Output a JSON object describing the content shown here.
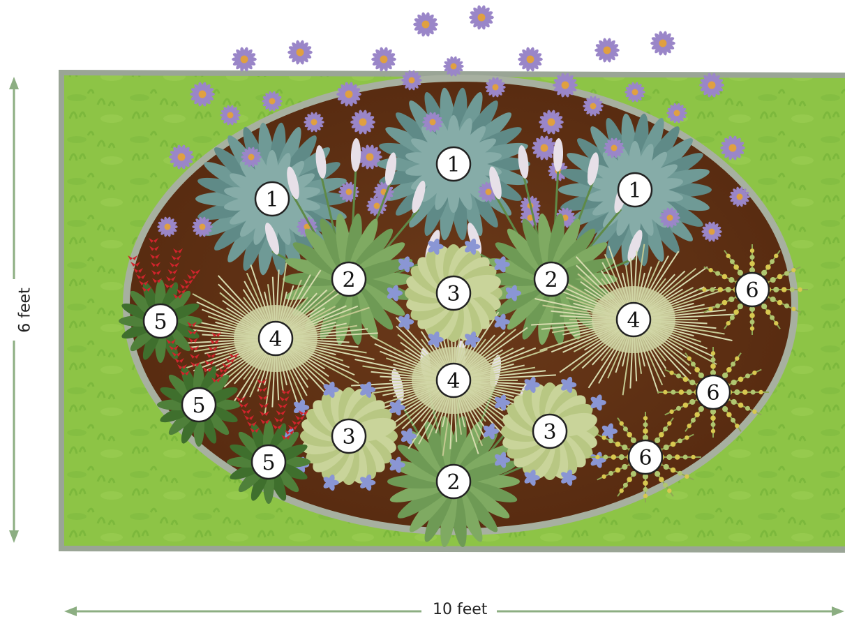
{
  "dimensions": {
    "height_label": "6 feet",
    "width_label": "10 feet",
    "arrow_color": "#8cae82"
  },
  "colors": {
    "lawn": "#8dc446",
    "lawn_dark": "#6fae34",
    "border": "#9aa596",
    "mulch": "#6b3a1a",
    "mulch_dark": "#4e2810",
    "aster_leaf": "#6f9a96",
    "aster_flower": "#9a86c8",
    "flower_center": "#e0a040",
    "shrub_leaf": "#6e9a55",
    "spike": "#e7e0e8",
    "hosta": "#c9d49a",
    "periwinkle": "#8a96d4",
    "grass": "#d8dcb0",
    "lobelia_leaf": "#3f6f2d",
    "lobelia_flower": "#d0242c",
    "fern": "#b0c670",
    "fern_yellow": "#d8c850"
  },
  "plants": [
    {
      "number": "1",
      "kind": "aster",
      "icon": "aster-flower-icon"
    },
    {
      "number": "1",
      "kind": "aster",
      "icon": "aster-flower-icon"
    },
    {
      "number": "1",
      "kind": "aster",
      "icon": "aster-flower-icon"
    },
    {
      "number": "2",
      "kind": "spike-shrub",
      "icon": "spike-flower-icon"
    },
    {
      "number": "2",
      "kind": "spike-shrub",
      "icon": "spike-flower-icon"
    },
    {
      "number": "2",
      "kind": "spike-shrub",
      "icon": "spike-flower-icon"
    },
    {
      "number": "3",
      "kind": "hosta-periwinkle",
      "icon": "periwinkle-flower-icon"
    },
    {
      "number": "3",
      "kind": "hosta-periwinkle",
      "icon": "periwinkle-flower-icon"
    },
    {
      "number": "3",
      "kind": "hosta-periwinkle",
      "icon": "periwinkle-flower-icon"
    },
    {
      "number": "4",
      "kind": "ornamental-grass",
      "icon": "grass-tuft-icon"
    },
    {
      "number": "4",
      "kind": "ornamental-grass",
      "icon": "grass-tuft-icon"
    },
    {
      "number": "4",
      "kind": "ornamental-grass",
      "icon": "grass-tuft-icon"
    },
    {
      "number": "5",
      "kind": "red-lobelia",
      "icon": "red-spike-flower-icon"
    },
    {
      "number": "5",
      "kind": "red-lobelia",
      "icon": "red-spike-flower-icon"
    },
    {
      "number": "5",
      "kind": "red-lobelia",
      "icon": "red-spike-flower-icon"
    },
    {
      "number": "6",
      "kind": "fern",
      "icon": "fern-icon"
    },
    {
      "number": "6",
      "kind": "fern",
      "icon": "fern-icon"
    },
    {
      "number": "6",
      "kind": "fern",
      "icon": "fern-icon"
    }
  ]
}
